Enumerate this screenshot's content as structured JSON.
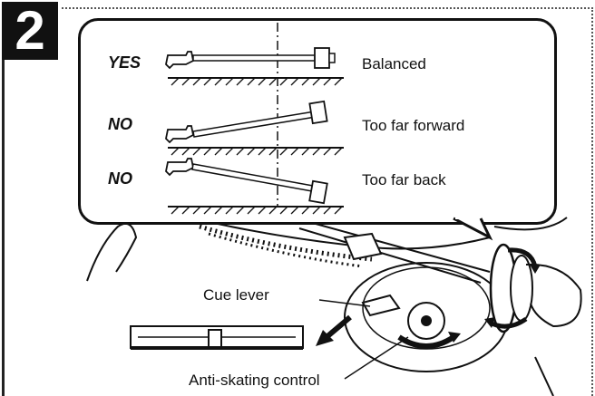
{
  "step": {
    "number": "2"
  },
  "balance_rows": [
    {
      "verdict": "YES",
      "result": "Balanced"
    },
    {
      "verdict": "NO",
      "result": "Too far forward"
    },
    {
      "verdict": "NO",
      "result": "Too far back"
    }
  ],
  "annotations": {
    "cue_lever": "Cue lever",
    "anti_skating": "Anti-skating control"
  }
}
